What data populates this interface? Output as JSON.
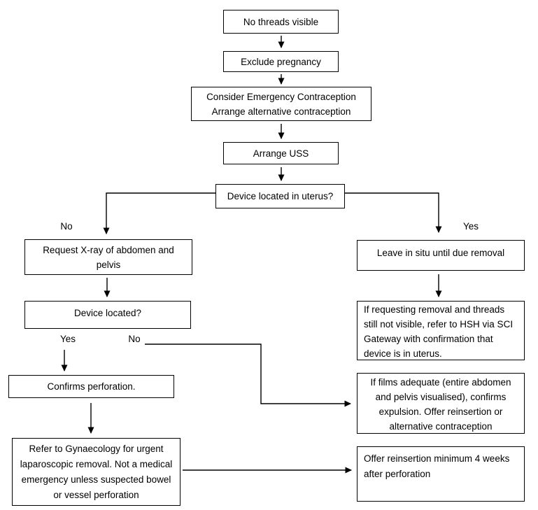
{
  "nodes": {
    "no_threads": "No threads visible",
    "exclude_pregnancy": "Exclude pregnancy",
    "consider_ec": "Consider Emergency Contraception\nArrange alternative contraception",
    "arrange_uss": "Arrange USS",
    "device_in_uterus": "Device located in uterus?",
    "request_xray": "Request X-ray of abdomen and\npelvis",
    "device_located": "Device located?",
    "leave_in_situ": "Leave in situ until due removal",
    "confirms_perforation": "Confirms perforation.",
    "if_requesting_removal": "If requesting removal and threads\nstill not visible, refer to HSH via SCI\nGateway with confirmation that\ndevice is in uterus.",
    "if_films_adequate": "If films adequate (entire abdomen\nand pelvis visualised), confirms\nexpulsion. Offer reinsertion or\nalternative contraception",
    "refer_gynaecology": "Refer to Gynaecology for urgent\nlaparoscopic removal. Not a medical\nemergency unless suspected bowel\nor vessel perforation",
    "offer_reinsertion": "Offer reinsertion minimum 4 weeks\nafter perforation"
  },
  "branch_labels": {
    "uterus_no": "No",
    "uterus_yes": "Yes",
    "located_yes": "Yes",
    "located_no": "No"
  },
  "colors": {
    "border": "#000000",
    "background": "#ffffff",
    "text": "#000000"
  }
}
